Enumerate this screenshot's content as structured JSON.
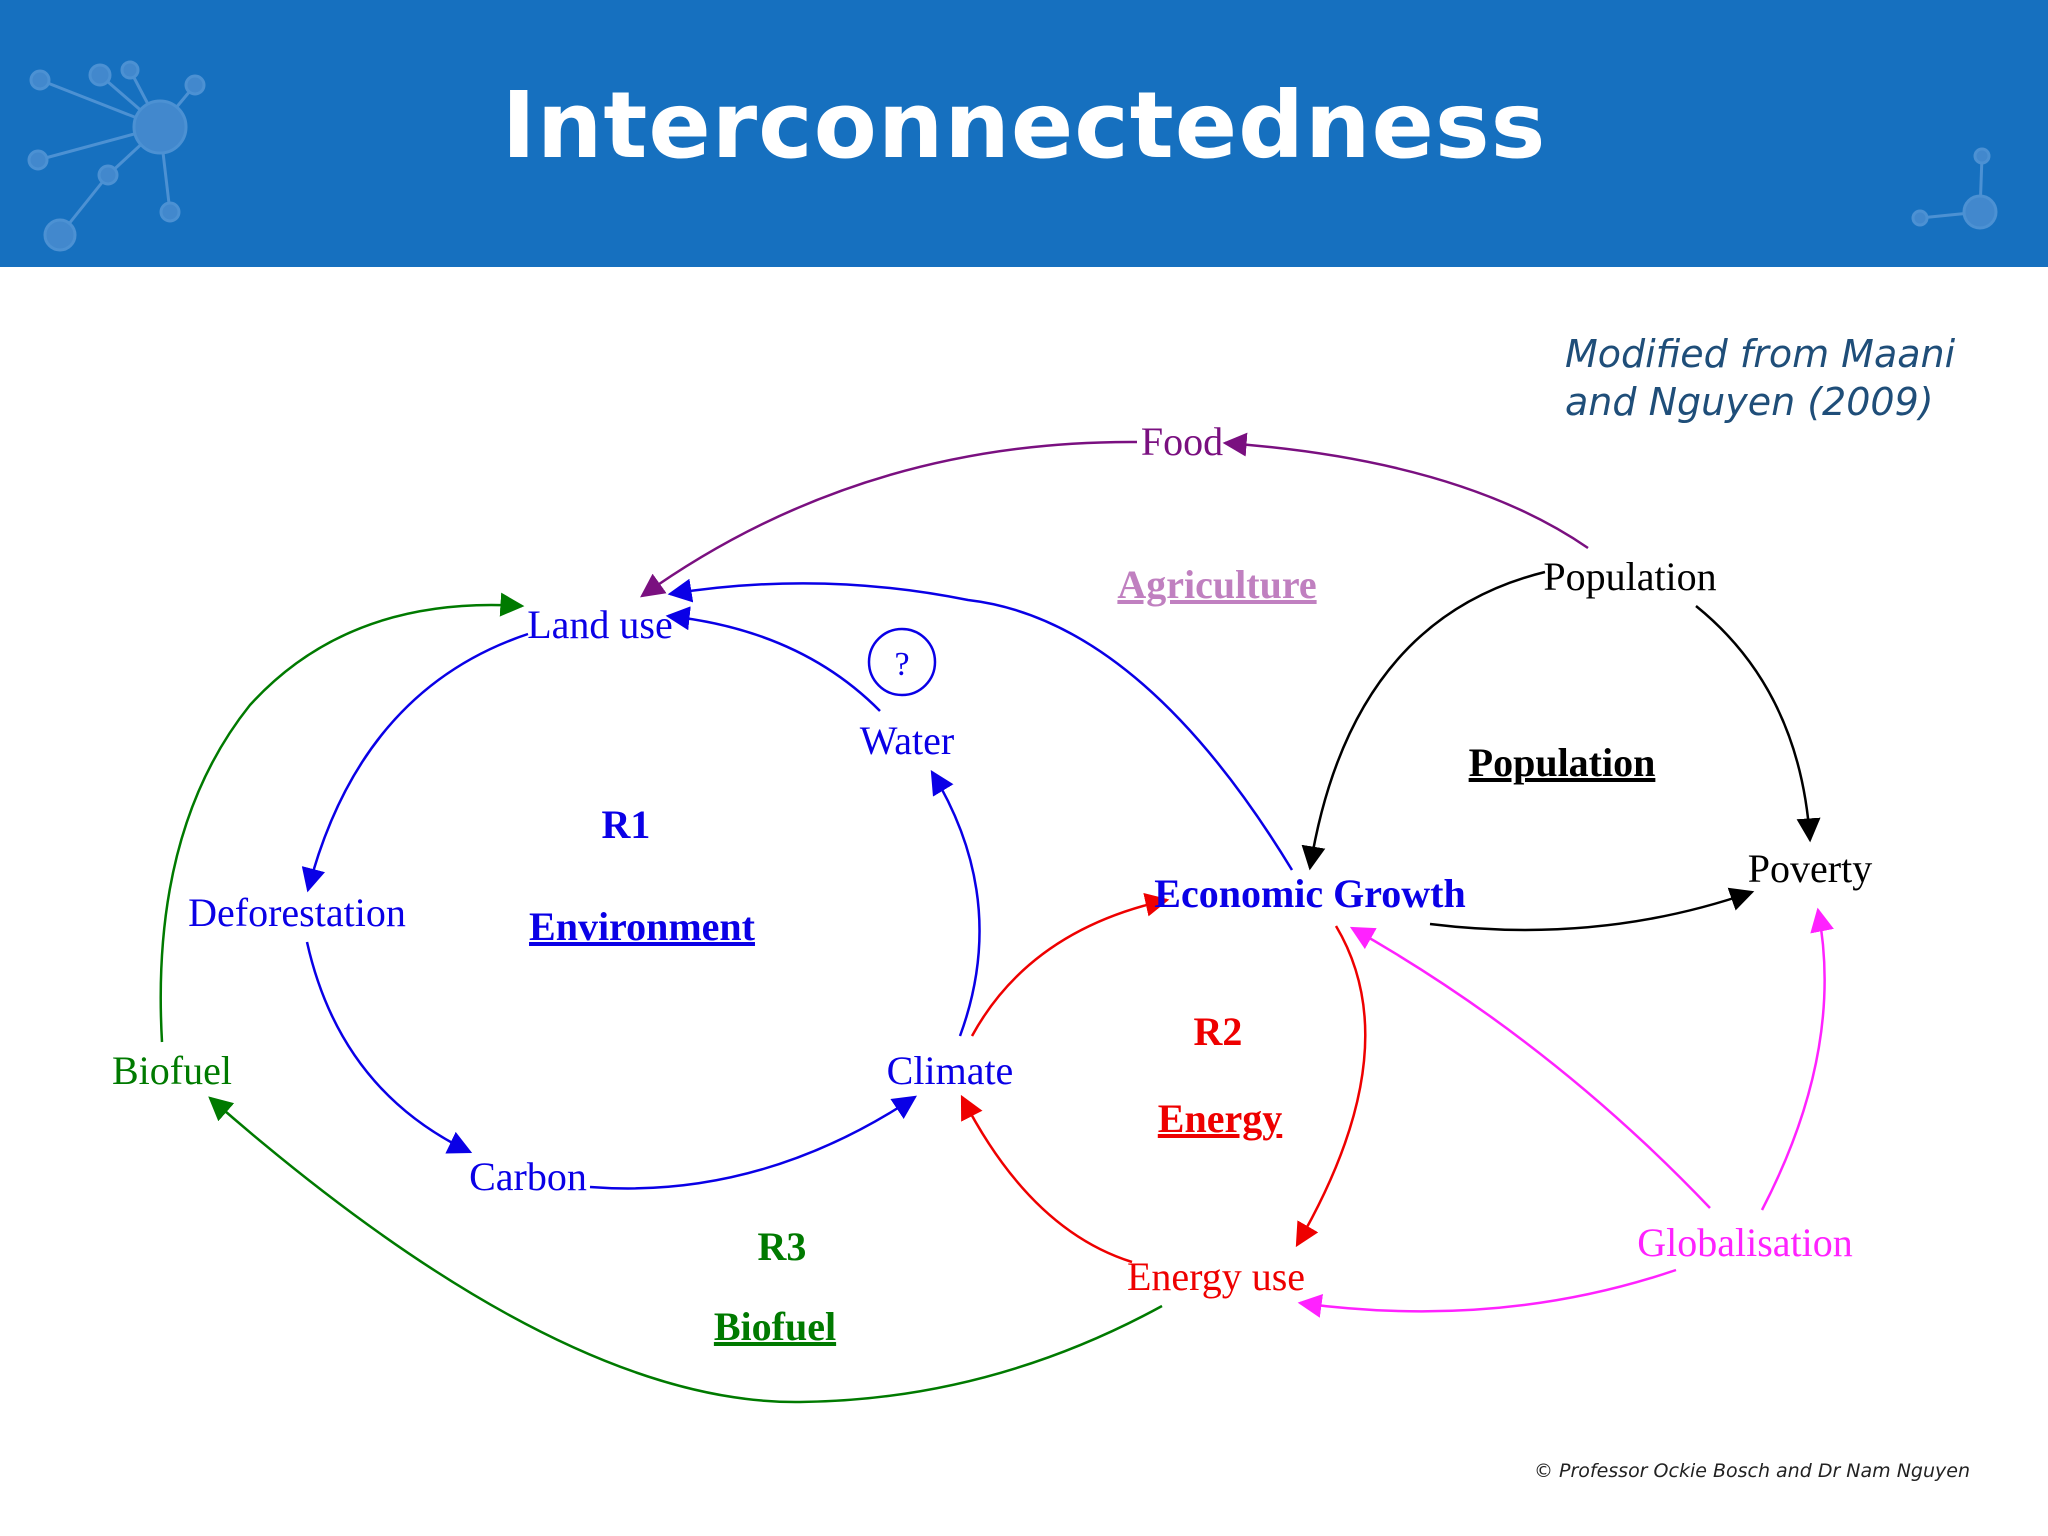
{
  "header": {
    "title": "Interconnectedness"
  },
  "attribution": {
    "line1": "Modified from Maani",
    "line2": "and Nguyen (2009)"
  },
  "copyright": "© Professor Ockie Bosch and Dr Nam Nguyen",
  "colors": {
    "header": "#1670bf",
    "environment": "#0a00e6",
    "energy": "#ee0000",
    "biofuel": "#007a00",
    "food": "#7a1080",
    "agriculture": "#c080c0",
    "population": "#000000",
    "globalisation": "#ff22ff"
  },
  "nodes": {
    "food": "Food",
    "land_use": "Land use",
    "question": "?",
    "water": "Water",
    "deforestation": "Deforestation",
    "biofuel": "Biofuel",
    "carbon": "Carbon",
    "climate": "Climate",
    "economic_growth": "Economic Growth",
    "energy_use": "Energy use",
    "population": "Population",
    "poverty": "Poverty",
    "globalisation": "Globalisation"
  },
  "loops": {
    "r1": {
      "id": "R1",
      "name": "Environment"
    },
    "r2": {
      "id": "R2",
      "name": "Energy"
    },
    "r3": {
      "id": "R3",
      "name": "Biofuel"
    },
    "agriculture": "Agriculture",
    "population": "Population"
  }
}
